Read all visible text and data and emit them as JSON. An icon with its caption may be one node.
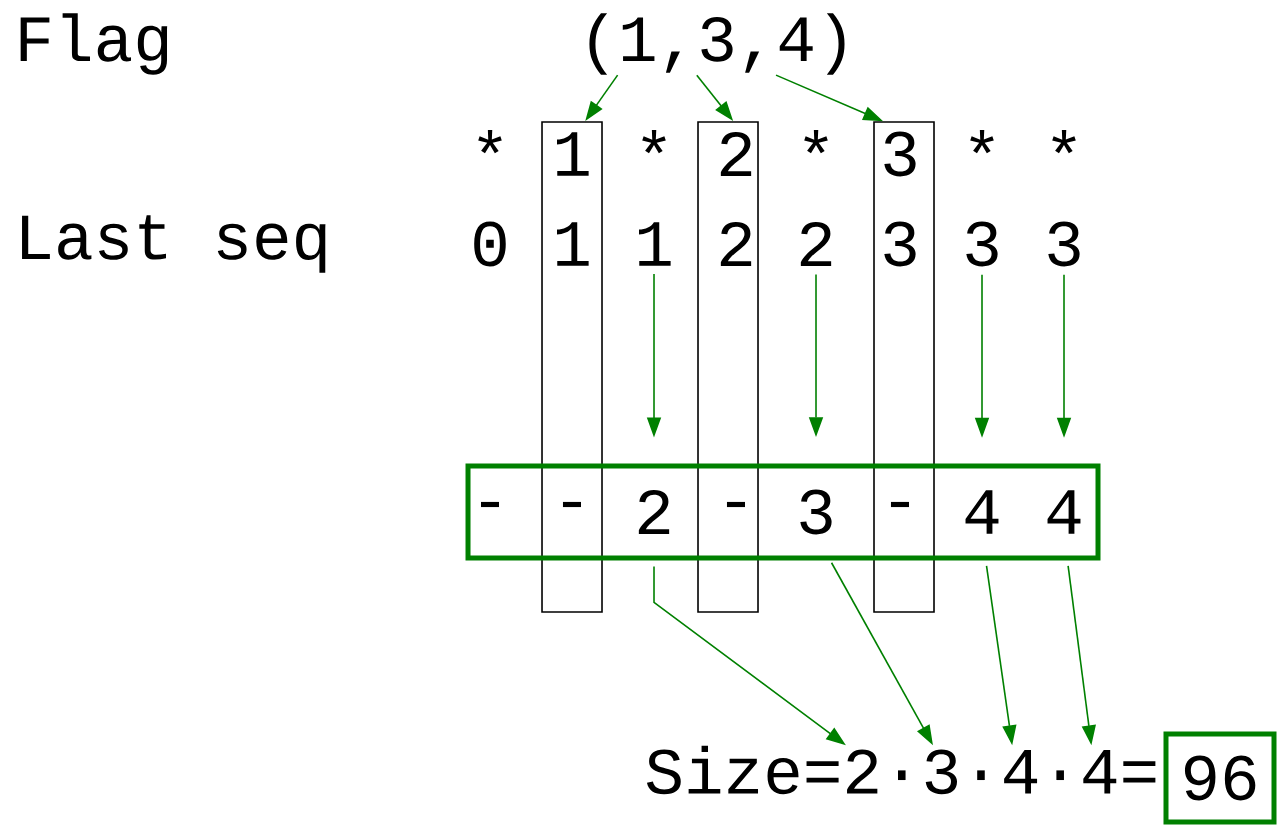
{
  "diagram": {
    "nodes": [
      {
        "text": [
          "(1,3,4)"
        ]
      },
      {
        "text": [],
        "shape": "box"
      },
      {
        "text": [],
        "shape": "box"
      },
      {
        "text": [],
        "shape": "box"
      },
      {
        "text": [],
        "shape": "box"
      },
      {
        "text": [
          "1"
        ]
      },
      {
        "text": [
          "2"
        ]
      },
      {
        "text": [
          "3"
        ]
      },
      {
        "text": [
          "3"
        ]
      },
      {
        "text": [
          "2"
        ],
        "in": 4
      },
      {
        "text": [
          "3"
        ],
        "in": 4
      },
      {
        "text": [
          "4"
        ],
        "in": 4
      },
      {
        "text": [
          "4"
        ],
        "in": 4
      },
      {
        "text": [
          "Size=2·3·4·4="
        ]
      },
      {
        "text": [
          "96"
        ]
      }
    ],
    "edges": [
      {
        "from": 0,
        "to": 1,
        "arrow": "to"
      },
      {
        "from": 0,
        "to": 2,
        "arrow": "to"
      },
      {
        "from": 0,
        "to": 3,
        "arrow": "to"
      },
      {
        "from": 5,
        "to": 9,
        "arrow": "to"
      },
      {
        "from": 6,
        "to": 10,
        "arrow": "to"
      },
      {
        "from": 7,
        "to": 11,
        "arrow": "to"
      },
      {
        "from": 8,
        "to": 12,
        "arrow": "to"
      },
      {
        "from": 9,
        "to": 13,
        "arrow": "to"
      },
      {
        "from": 10,
        "to": 13,
        "arrow": "to"
      },
      {
        "from": 11,
        "to": 13,
        "arrow": "to"
      },
      {
        "from": 12,
        "to": 13,
        "arrow": "to"
      }
    ],
    "labels": [
      "Flag",
      "*",
      "1",
      "*",
      "2",
      "*",
      "3",
      "*",
      "*",
      "Last seq",
      "0",
      "1",
      "2",
      "3",
      "-",
      "-",
      "-",
      "-"
    ]
  }
}
